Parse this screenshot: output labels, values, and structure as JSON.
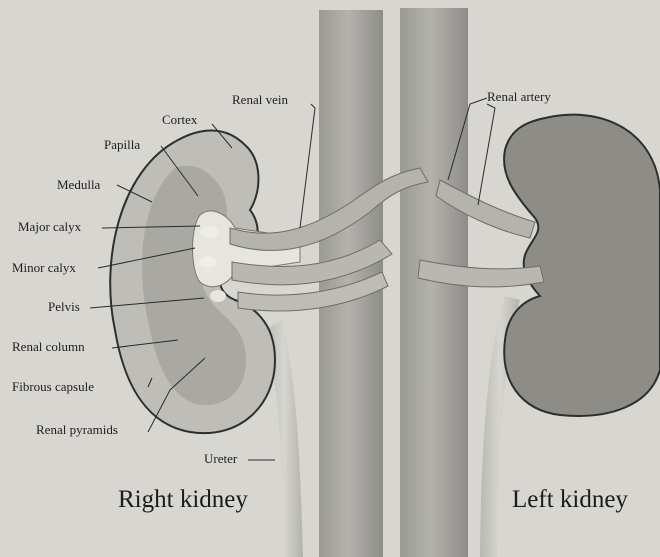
{
  "labels": {
    "renal_vein": "Renal vein",
    "renal_artery": "Renal artery",
    "cortex": "Cortex",
    "papilla": "Papilla",
    "medulla": "Medulla",
    "major_calyx": "Major calyx",
    "minor_calyx": "Minor calyx",
    "pelvis": "Pelvis",
    "renal_column": "Renal column",
    "fibrous_capsule": "Fibrous capsule",
    "renal_pyramids": "Renal pyramids",
    "ureter": "Ureter"
  },
  "captions": {
    "right": "Right kidney",
    "left": "Left kidney"
  }
}
